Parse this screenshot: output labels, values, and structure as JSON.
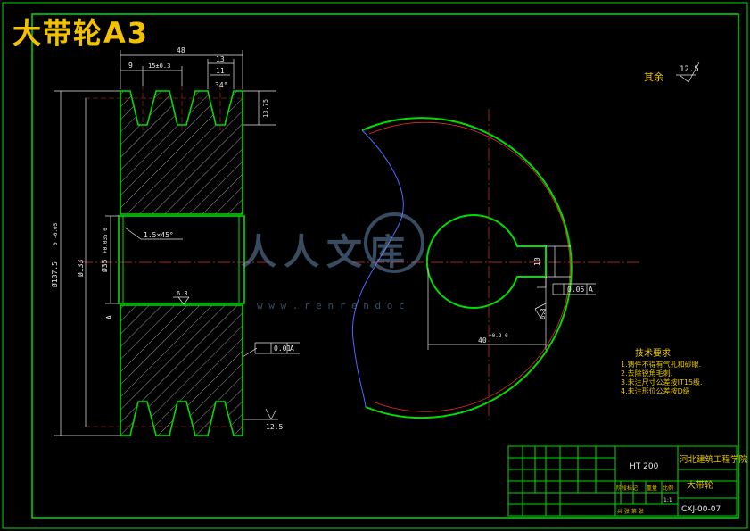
{
  "drawing": {
    "title": "大带轮A3",
    "roughness_note": "其余",
    "roughness_general": "12.5",
    "watermark_logo_text": "人人文库",
    "watermark_url": "w w w . r e n r e n d o c"
  },
  "dimensions": {
    "overall_width": "48",
    "first_groove_offset": "9",
    "groove_pitch": "15±0.3",
    "groove_top_width": "13",
    "groove_mid_width": "11",
    "groove_angle": "34°",
    "groove_depth": "13.75",
    "outer_diameter": "Ø137.5",
    "outer_diameter_tol": "0 -0.05",
    "pitch_diameter": "Ø133",
    "bore_diameter": "Ø35",
    "bore_diameter_tol": "+0.035 0",
    "chamfer": "1.5×45°",
    "bore_roughness": "6.3",
    "runout_tolerance": "0.01",
    "runout_datum": "A",
    "side_roughness": "12.5",
    "datum_label": "A",
    "keyway_width": "10",
    "symmetry_tolerance": "0.05",
    "symmetry_datum": "A",
    "keyway_roughness": "6.3",
    "keyway_depth": "40",
    "keyway_depth_tol": "+0.2 0"
  },
  "tech_requirements": {
    "heading": "技术要求",
    "items": [
      "1.铸件不得有气孔和砂眼.",
      "2.去除锐角毛刺.",
      "3.未注尺寸公差按IT15级.",
      "4.未注形位公差按D级"
    ]
  },
  "title_block": {
    "material": "HT 200",
    "school": "河北建筑工程学院",
    "part_name": "大带轮",
    "drawing_number": "CXJ-00-07",
    "stage_label": "阶段标记",
    "weight_label": "重量",
    "scale_label": "比例",
    "scale_value": "1:1",
    "sheets": "共 张 第 张"
  },
  "colors": {
    "outline": "#00dd00",
    "dimension": "#e8e8e8",
    "centerline": "#e03030",
    "break_line": "#4a6bff",
    "hatch": "#c0c0c0",
    "title": "#f2c200",
    "frame": "#00dd00"
  }
}
